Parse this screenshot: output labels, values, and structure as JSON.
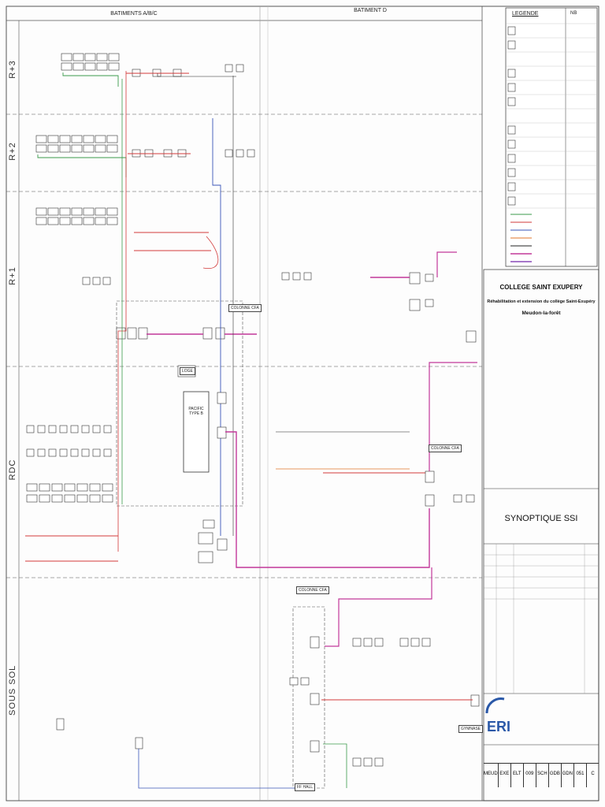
{
  "buildings": {
    "left": "BATIMENTS A/B/C",
    "right": "BATIMENT D"
  },
  "floors": [
    "R+3",
    "R+2",
    "R+1",
    "RDC",
    "SOUS SOL"
  ],
  "legend": {
    "title": "LEGENDE",
    "col_nb": "NB"
  },
  "title_block": {
    "college": "COLLEGE SAINT EXUPERY",
    "project_line1": "Réhabilitation et extension du collège Saint-Exupéry",
    "project_line2": "Meudon-la-forêt",
    "drawing_title": "SYNOPTIQUE SSI",
    "codes": [
      "MEUD",
      "EXE",
      "ELT",
      "009",
      "SCH",
      "GDB",
      "GDN",
      "051",
      "C"
    ]
  },
  "zone_labels": {
    "colonne_1": "COLONNE CFA",
    "colonne_2": "COLONNE CFA",
    "colonne_3": "COLONNE CFA",
    "loge": "LOGE",
    "pacific": "PACIFIC TYPE B",
    "gymnase": "GYMNASE",
    "ffhall": "FF HALL"
  },
  "wire_colors": {
    "black": "#222222",
    "red": "#d23a3a",
    "green": "#3a9a4a",
    "blue": "#3a55b8",
    "magenta": "#c2389a",
    "orange": "#e0742a"
  }
}
